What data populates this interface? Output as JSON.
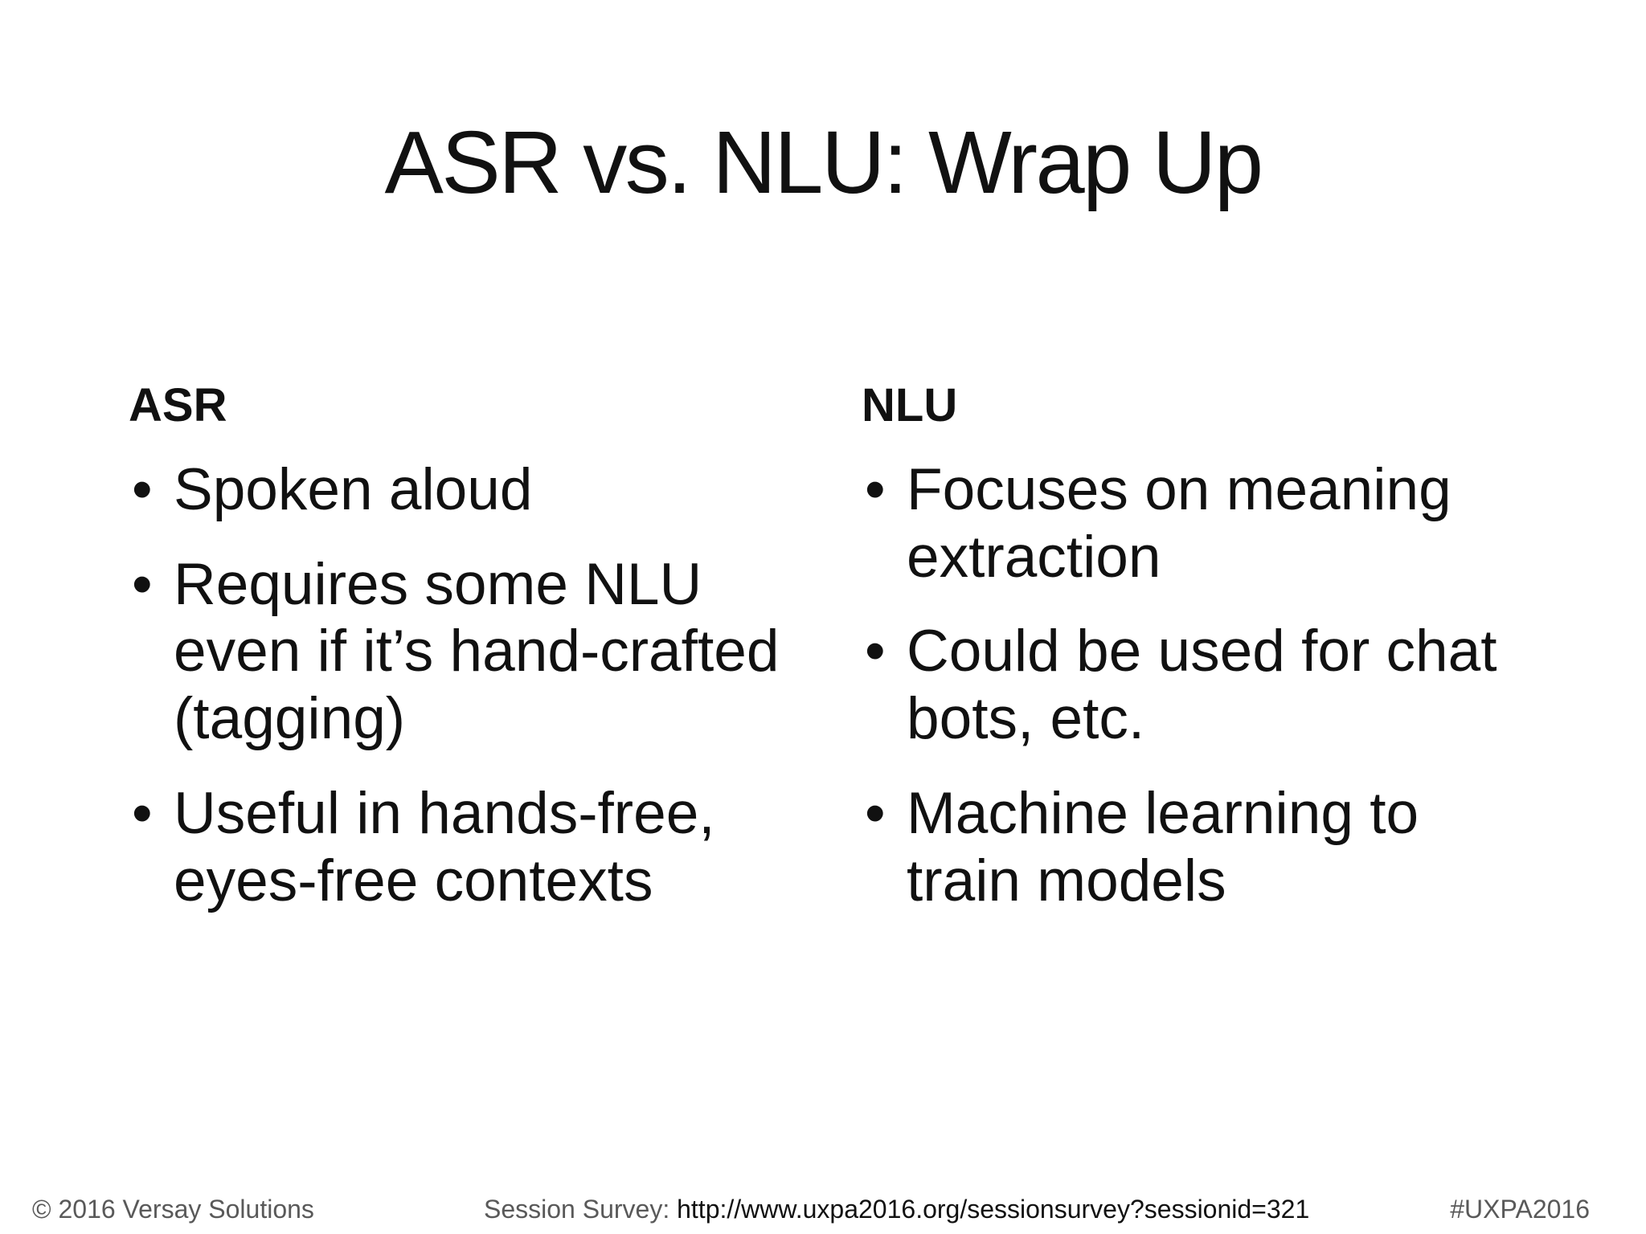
{
  "slide": {
    "title": "ASR vs. NLU: Wrap Up",
    "bullet_icon": "•",
    "columns": [
      {
        "header": "ASR",
        "bullets": [
          "Spoken aloud",
          "Requires some NLU\neven if it’s hand-crafted\n(tagging)",
          "Useful in hands-free,\neyes-free contexts"
        ]
      },
      {
        "header": "NLU",
        "bullets": [
          "Focuses on meaning\nextraction",
          "Could be used for chat\nbots, etc.",
          "Machine learning to\ntrain models"
        ]
      }
    ],
    "footer": {
      "copyright": "© 2016 Versay Solutions",
      "survey_label": "Session Survey: ",
      "survey_url": "http://www.uxpa2016.org/sessionsurvey?sessionid=321",
      "hashtag": "#UXPA2016"
    },
    "colors": {
      "background": "#ffffff",
      "text": "#111111",
      "muted": "#595959"
    }
  }
}
